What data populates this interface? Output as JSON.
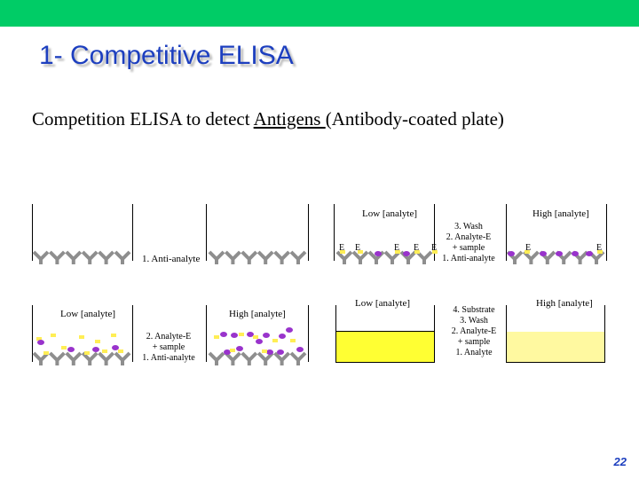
{
  "header": {
    "title": "1- Competitive ELISA",
    "subtitle_before": "Competition ELISA to detect ",
    "subtitle_underlined": "Antigens ",
    "subtitle_after": "(Antibody-coated plate)"
  },
  "panels": {
    "step1_label": "1. Anti-analyte",
    "left_low_label": "Low [analyte]",
    "left_high_label": "High [analyte]",
    "step2_lines": [
      "2. Analyte-E",
      "+ sample",
      "1. Anti-analyte"
    ],
    "top_low_label": "Low [analyte]",
    "top_high_label": "High [analyte]",
    "step3_lines": [
      "3. Wash",
      "2. Analyte-E",
      "+ sample",
      "1. Anti-analyte"
    ],
    "bottom_low_label": "Low [analyte]",
    "bottom_high_label": "High [analyte]",
    "step4_lines": [
      "4. Substrate",
      "3. Wash",
      "2. Analyte-E",
      "+ sample",
      "1. Analyte"
    ],
    "enzyme_letter": "E"
  },
  "colors": {
    "title": "#1d3fbf",
    "top_bar": "#00cc66",
    "antibody": "#8e8e8e",
    "analyte": "#9933cc",
    "enzyme": "#ffee55",
    "product_low": "#ffff33",
    "product_high": "#fff9a0"
  },
  "page_number": "22"
}
